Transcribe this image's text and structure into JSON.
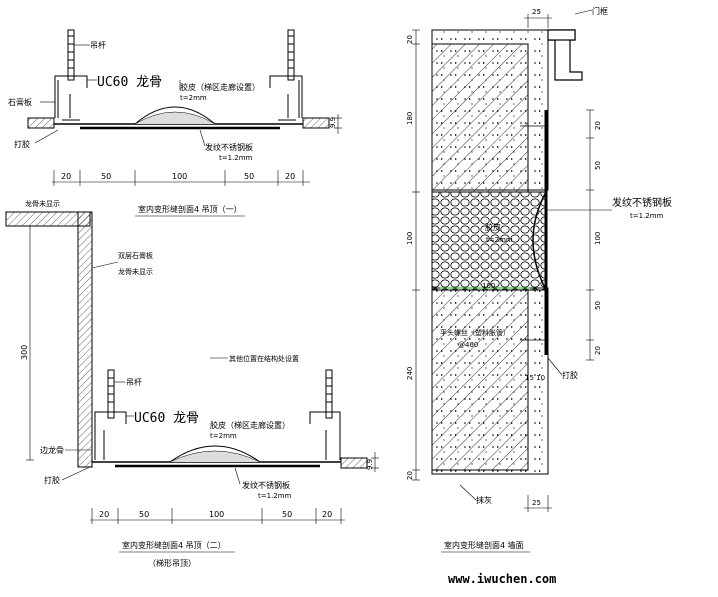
{
  "detail1": {
    "caption": "室内变形缝剖面4 吊顶（一）",
    "labels": {
      "hanger": "吊杆",
      "keel": "UC60 龙骨",
      "gypsum": "石膏板",
      "sealant": "打胶",
      "rubber": "胶皮（梯区走廊设置）",
      "rubber_t": "t=2mm",
      "plate": "发纹不锈钢板",
      "plate_t": "t=1.2mm",
      "dim_side": "9.9"
    },
    "dims": [
      "20",
      "50",
      "100",
      "50",
      "20"
    ]
  },
  "detail2": {
    "caption": "室内变形缝剖面4 吊顶（二）",
    "subcaption": "（梯形吊顶）",
    "labels": {
      "keel_hidden": "龙骨未显示",
      "double_gypsum": "双层石膏板",
      "keel_hidden2": "龙骨未显示",
      "hanger_note": "其他位置在结构处设置",
      "hanger": "吊杆",
      "keel": "UC60 龙骨",
      "side_keel": "边龙骨",
      "sealant": "打胶",
      "rubber": "胶皮（梯区走廊设置）",
      "rubber_t": "t=2mm",
      "plate": "发纹不锈钢板",
      "plate_t": "t=1.2mm",
      "dim_height": "300",
      "dim_side": "9.9"
    },
    "dims": [
      "20",
      "50",
      "100",
      "50",
      "20"
    ]
  },
  "detail3": {
    "caption": "室内变形缝剖面4 墙面",
    "labels": {
      "door_frame": "门框",
      "top_dim": "25",
      "bottom_dim": "25",
      "rubber": "胶皮",
      "rubber_t": "t=2mm",
      "plate": "发纹不锈钢板",
      "plate_t": "t=1.2mm",
      "screw": "平头螺丝（塑料胀管）",
      "screw_spacing": "@400",
      "gap": "15 10",
      "sealant": "打胶",
      "plaster": "抹灰",
      "joint_dim": "100"
    },
    "left_dims": [
      "20",
      "180",
      "100",
      "240",
      "20"
    ],
    "right_dims": [
      "20",
      "50",
      "100",
      "50",
      "20"
    ]
  },
  "watermark": "www.iwuchen.com"
}
